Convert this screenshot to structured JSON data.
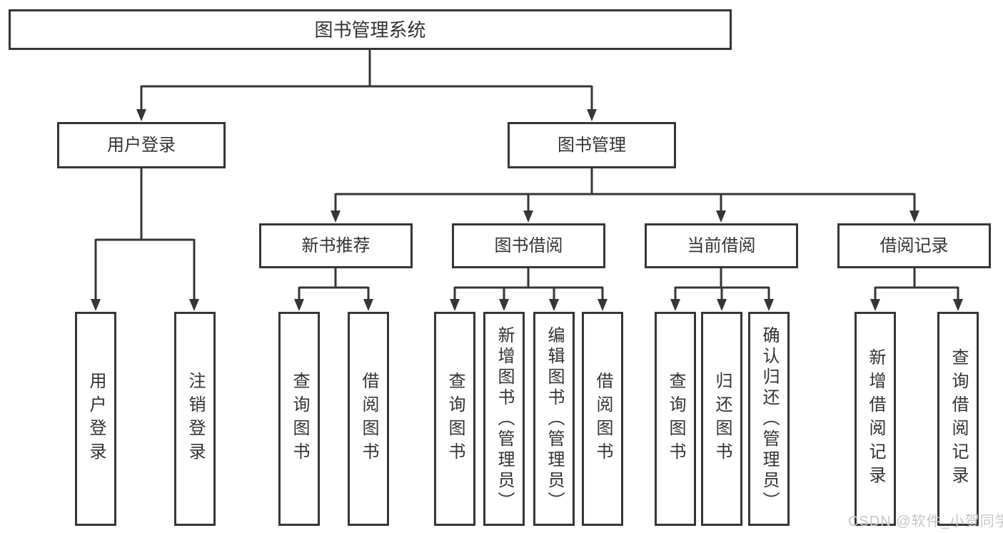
{
  "diagram": {
    "root": {
      "label": "图书管理系统"
    },
    "level2": [
      {
        "label": "用户登录"
      },
      {
        "label": "图书管理"
      }
    ],
    "level3": [
      {
        "label": "新书推荐"
      },
      {
        "label": "图书借阅"
      },
      {
        "label": "当前借阅"
      },
      {
        "label": "借阅记录"
      }
    ],
    "leaves": {
      "user_login": [
        "用户登录",
        "注销登录"
      ],
      "new_book": [
        "查询图书",
        "借阅图书"
      ],
      "book_borrow": [
        "查询图书",
        "新增图书（管理员）",
        "编辑图书（管理员）",
        "借阅图书"
      ],
      "current_borrow": [
        "查询图书",
        "归还图书",
        "确认归还（管理员）"
      ],
      "borrow_record": [
        "新增借阅记录",
        "查询借阅记录"
      ]
    }
  },
  "watermark": "CSDN @软件_小贺同学",
  "colors": {
    "line": "#363636",
    "text": "#333333",
    "watermark_text": "#c6c6c6",
    "background": "#ffffff"
  }
}
